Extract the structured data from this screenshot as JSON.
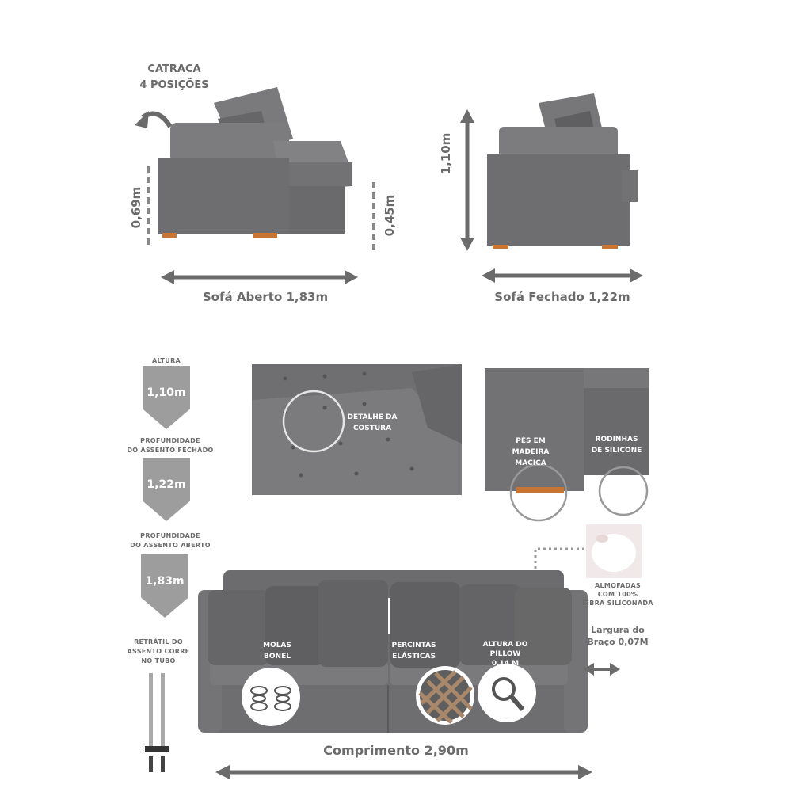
{
  "top": {
    "catraca_line1": "CATRACA",
    "catraca_line2": "4 POSIÇÕES",
    "height_open": "0,69m",
    "seat_height": "0,45m",
    "height_closed": "1,10m",
    "sofa_open": "Sofá Aberto 1,83m",
    "sofa_closed": "Sofá Fechado 1,22m"
  },
  "specs": {
    "altura_label": "ALTURA",
    "altura_value": "1,10m",
    "prof_fechado_line1": "PROFUNDIDADE",
    "prof_fechado_line2": "DO ASSENTO FECHADO",
    "prof_fechado_value": "1,22m",
    "prof_aberto_line1": "PROFUNDIDADE",
    "prof_aberto_line2": "DO ASSENTO ABERTO",
    "prof_aberto_value": "1,83m",
    "retratil_line1": "RETRÁTIL DO",
    "retratil_line2": "ASSENTO CORRE",
    "retratil_line3": "NO TUBO"
  },
  "details": {
    "costura_line1": "DETALHE DA",
    "costura_line2": "COSTURA",
    "pes_line1": "PÉS EM",
    "pes_line2": "MADEIRA",
    "pes_line3": "MAÇICA",
    "rodinhas_line1": "RODINHAS",
    "rodinhas_line2": "DE SILICONE",
    "almofadas_line1": "ALMOFADAS",
    "almofadas_line2": "COM 100%",
    "almofadas_line3": "FIBRA SILICONADA"
  },
  "front": {
    "molas_line1": "MOLAS",
    "molas_line2": "BONEL",
    "percintas_line1": "PERCINTAS",
    "percintas_line2": "ELÁSTICAS",
    "altura_pillow_line1": "ALTURA DO",
    "altura_pillow_line2": "PILLOW",
    "altura_pillow_line3": "0,14 M",
    "largura_line1": "Largura do",
    "largura_line2": "Braço 0,07M",
    "comprimento": "Comprimento 2,90m"
  },
  "colors": {
    "sofa": "#6e6e70",
    "label": "#6b6b6b",
    "badge": "#9d9d9d",
    "wood": "#c87533"
  }
}
